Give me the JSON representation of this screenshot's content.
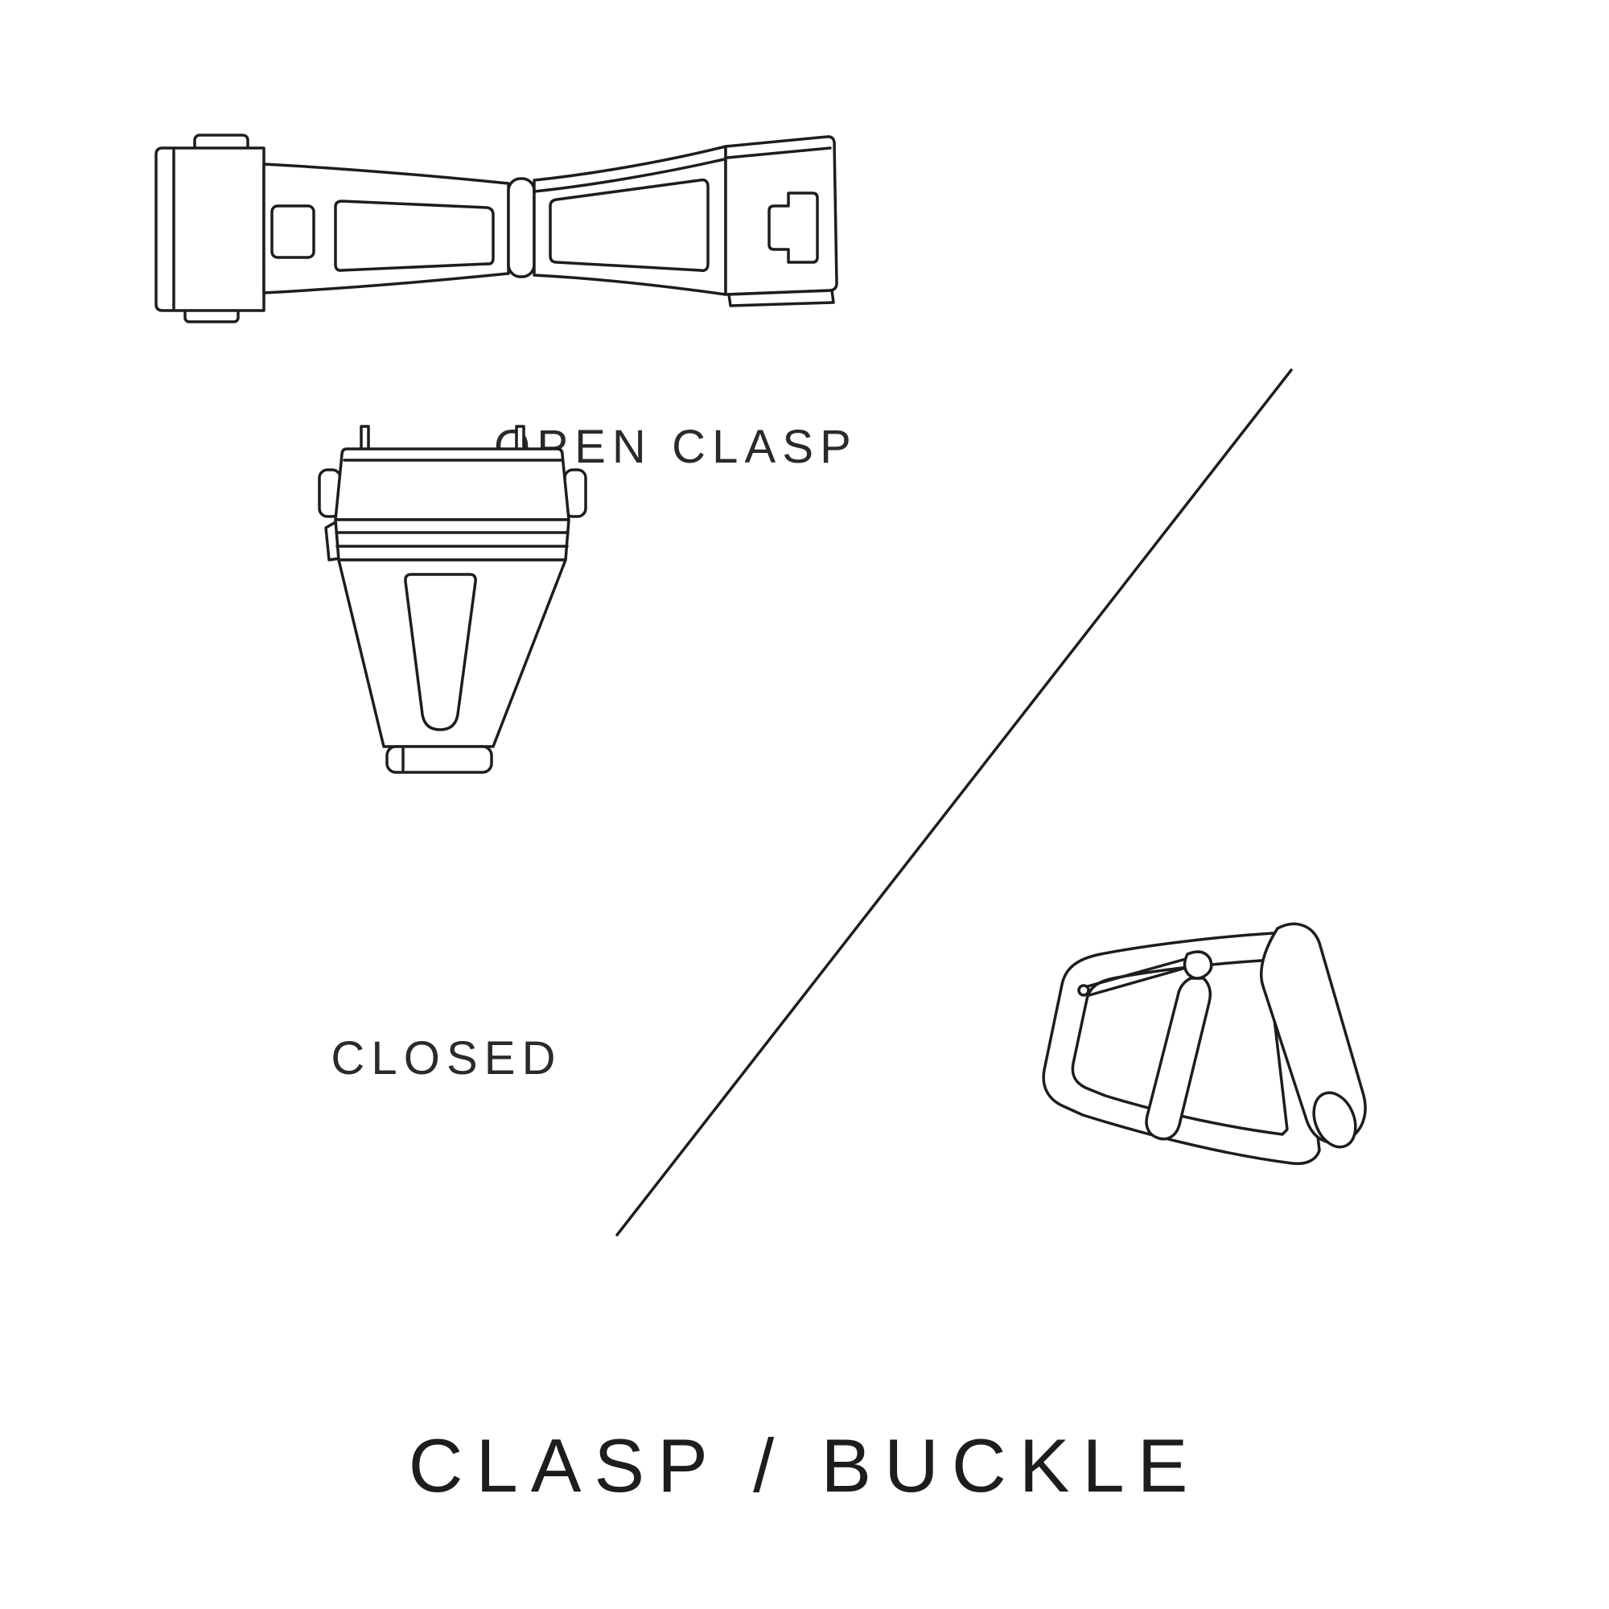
{
  "page": {
    "background_color": "#ffffff",
    "ink_color": "#1d1d1d"
  },
  "title": "CLASP / BUCKLE",
  "labels": {
    "open_clasp": "OPEN CLASP",
    "closed": "CLOSED"
  },
  "figures": [
    {
      "name": "open-clasp-illustration",
      "caption": "OPEN CLASP"
    },
    {
      "name": "closed-clasp-illustration",
      "caption": "CLOSED"
    },
    {
      "name": "tang-buckle-illustration",
      "caption": ""
    }
  ]
}
